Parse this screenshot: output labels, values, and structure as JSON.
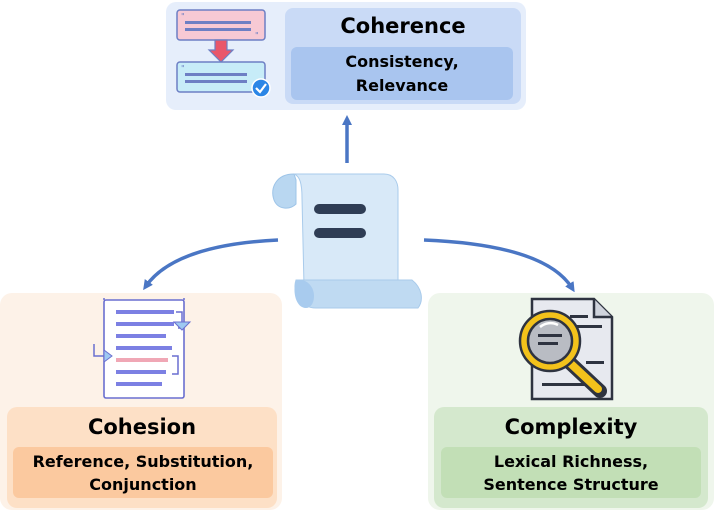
{
  "center": {
    "icon": "document-scroll-icon"
  },
  "coherence": {
    "title": "Coherence",
    "line1": "Consistency,",
    "line2": "Relevance",
    "icon": "text-transform-check-icon",
    "color": "#c9daf6"
  },
  "cohesion": {
    "title": "Cohesion",
    "line1": "Reference, Substitution,",
    "line2": "Conjunction",
    "icon": "linked-text-icon",
    "color": "#fde0c6"
  },
  "complexity": {
    "title": "Complexity",
    "line1": "Lexical Richness,",
    "line2": "Sentence Structure",
    "icon": "magnified-document-icon",
    "color": "#d4e8cd"
  },
  "arrow_color": "#4a76c4"
}
